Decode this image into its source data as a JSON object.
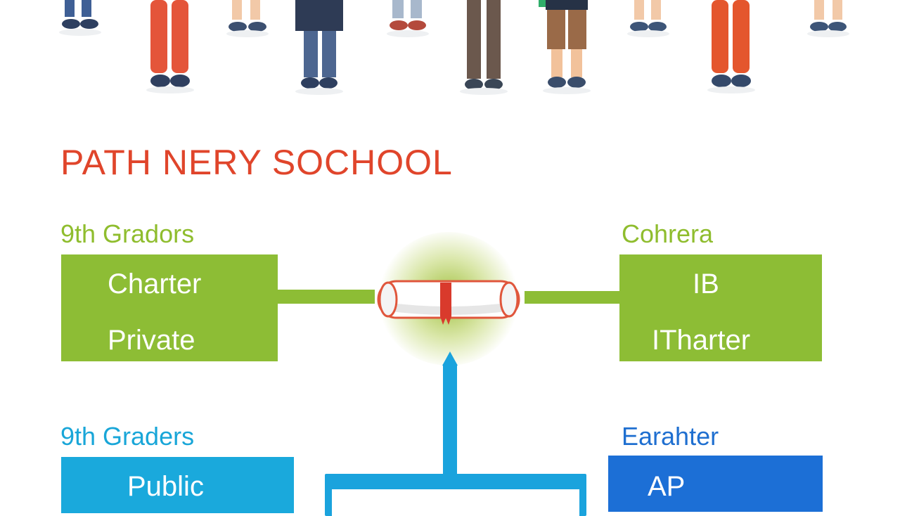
{
  "title": "PATH NERY SOCHOOL",
  "left_top": {
    "label": "9th Gradors",
    "lines": [
      "Charter",
      "Private"
    ]
  },
  "right_top": {
    "label": "Cohrera",
    "lines": [
      "IB",
      "ITharter"
    ]
  },
  "left_bottom": {
    "label": "9th Graders",
    "lines": [
      "Public"
    ]
  },
  "right_bottom": {
    "label": "Earahter",
    "lines": [
      "AP"
    ]
  },
  "colors": {
    "title": "#e0452b",
    "green": "#8dbd35",
    "cyan": "#1aa9dc",
    "blue": "#1c6fd6"
  },
  "icons": [
    "people-illustration",
    "diploma-icon",
    "arrow-up-icon"
  ]
}
